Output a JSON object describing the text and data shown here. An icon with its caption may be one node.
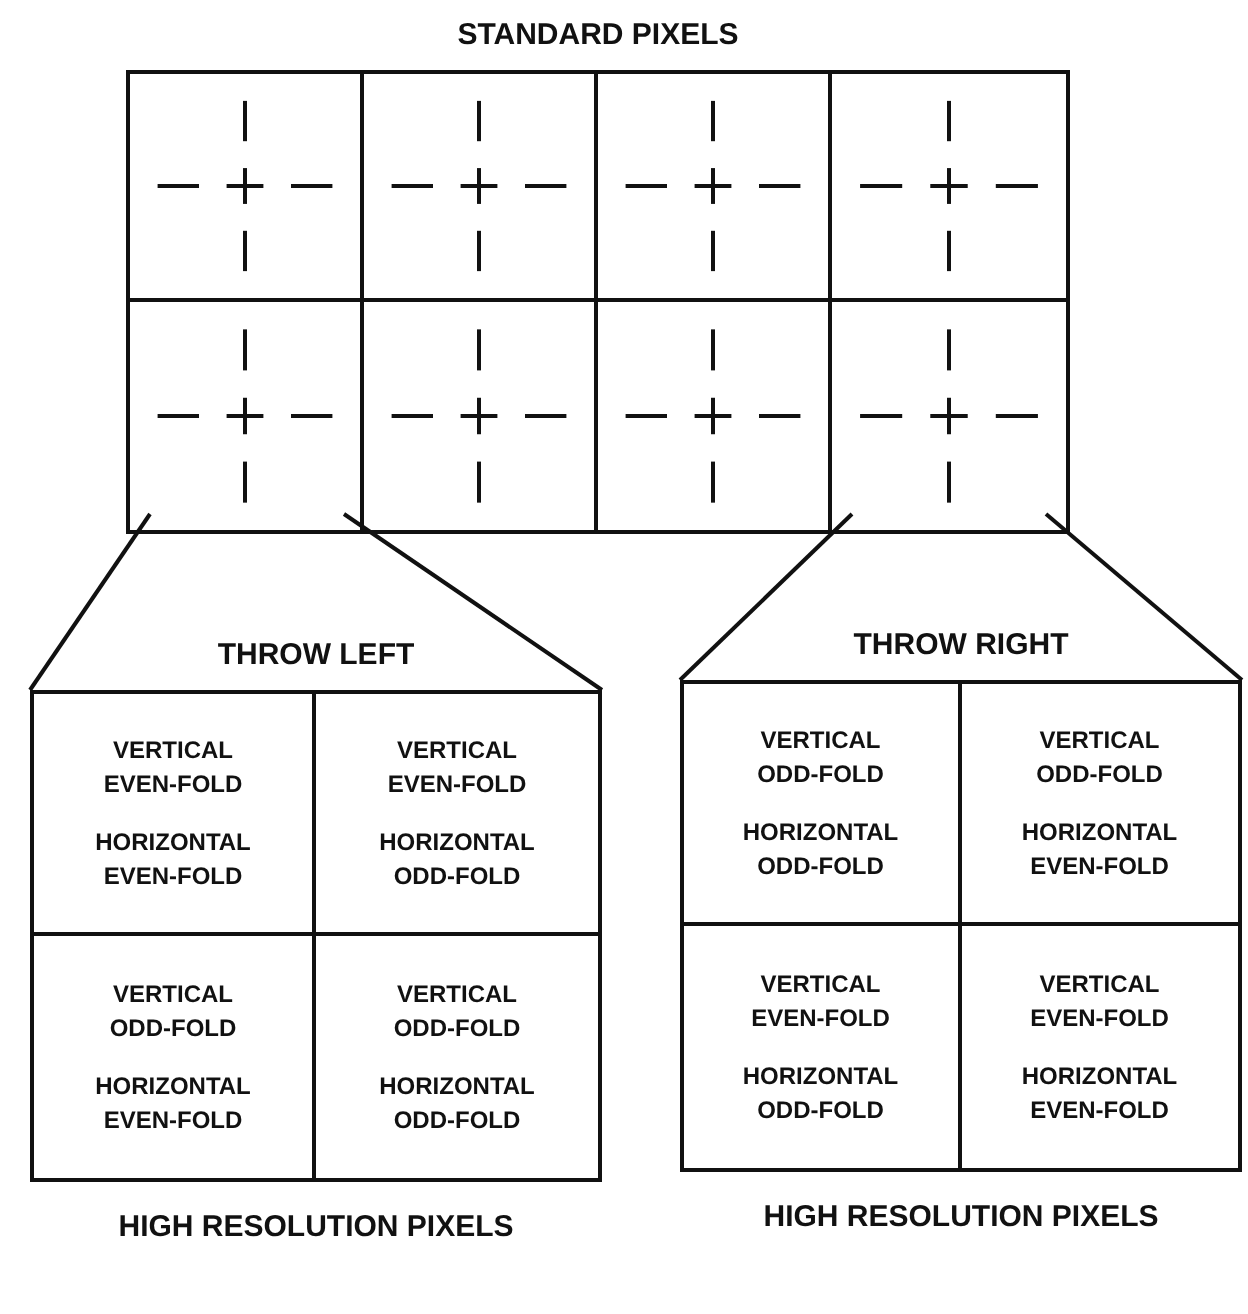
{
  "diagram": {
    "nodes": [
      {
        "text": [
          "STANDARD PIXELS"
        ]
      },
      {
        "text": [],
        "shape": "box",
        "in": 0
      },
      {
        "text": [],
        "shape": "box",
        "in": 0
      },
      {
        "text": [],
        "shape": "box",
        "in": 0
      },
      {
        "text": [],
        "shape": "box",
        "in": 0
      },
      {
        "text": [],
        "shape": "box",
        "in": 0
      },
      {
        "text": [],
        "shape": "box",
        "in": 0
      },
      {
        "text": [],
        "shape": "box",
        "in": 0
      },
      {
        "text": [],
        "shape": "box",
        "in": 0
      },
      {
        "text": [
          "THROW LEFT"
        ],
        "beside": [
          "HIGH RESOLUTION PIXELS"
        ]
      },
      {
        "text": [
          "VERTICAL EVEN-FOLD",
          "HORIZONTAL EVEN-FOLD"
        ],
        "in": 9
      },
      {
        "text": [
          "VERTICAL EVEN-FOLD",
          "HORIZONTAL ODD-FOLD"
        ],
        "in": 9
      },
      {
        "text": [
          "VERTICAL ODD-FOLD",
          "HORIZONTAL EVEN-FOLD"
        ],
        "in": 9
      },
      {
        "text": [
          "VERTICAL ODD-FOLD",
          "HORIZONTAL ODD-FOLD"
        ],
        "in": 9
      },
      {
        "text": [
          "THROW RIGHT"
        ],
        "beside": [
          "HIGH RESOLUTION PIXELS"
        ]
      },
      {
        "text": [
          "VERTICAL ODD-FOLD",
          "HORIZONTAL ODD-FOLD"
        ],
        "in": 14
      },
      {
        "text": [
          "VERTICAL ODD-FOLD",
          "HORIZONTAL EVEN-FOLD"
        ],
        "in": 14
      },
      {
        "text": [
          "VERTICAL EVEN-FOLD",
          "HORIZONTAL ODD-FOLD"
        ],
        "in": 14
      },
      {
        "text": [
          "VERTICAL EVEN-FOLD",
          "HORIZONTAL EVEN-FOLD"
        ],
        "in": 14
      }
    ],
    "edges": [
      {
        "from": 5,
        "to": 9,
        "arrow": "none"
      },
      {
        "from": 5,
        "to": 9,
        "arrow": "none"
      },
      {
        "from": 8,
        "to": 14,
        "arrow": "none"
      },
      {
        "from": 8,
        "to": 14,
        "arrow": "none"
      }
    ]
  }
}
